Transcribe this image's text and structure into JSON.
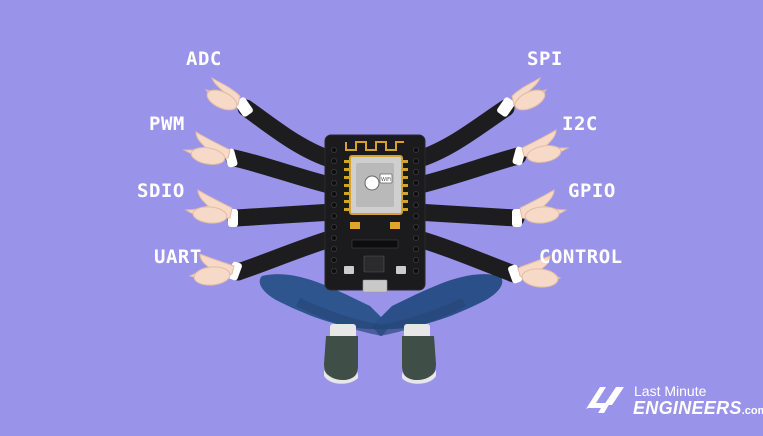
{
  "background_color": "#9a93ea",
  "labels": {
    "left": [
      "ADC",
      "PWM",
      "SDIO",
      "UART"
    ],
    "right": [
      "SPI",
      "I2C",
      "GPIO",
      "CONTROL"
    ]
  },
  "board": {
    "module_brand": "WiFi",
    "icon": "esp8266-nodemcu-board"
  },
  "logo": {
    "line1": "Last Minute",
    "line2": "ENGINEERS",
    "suffix": ".com",
    "icon": "lightning-logo-icon"
  },
  "colors": {
    "arm": "#1d1d1f",
    "hand": "#f6d9c6",
    "board": "#1b1b1d",
    "pants": "#2f558f",
    "shoe": "#3f4e47",
    "gold": "#d4a32f",
    "label": "#ffffff"
  }
}
